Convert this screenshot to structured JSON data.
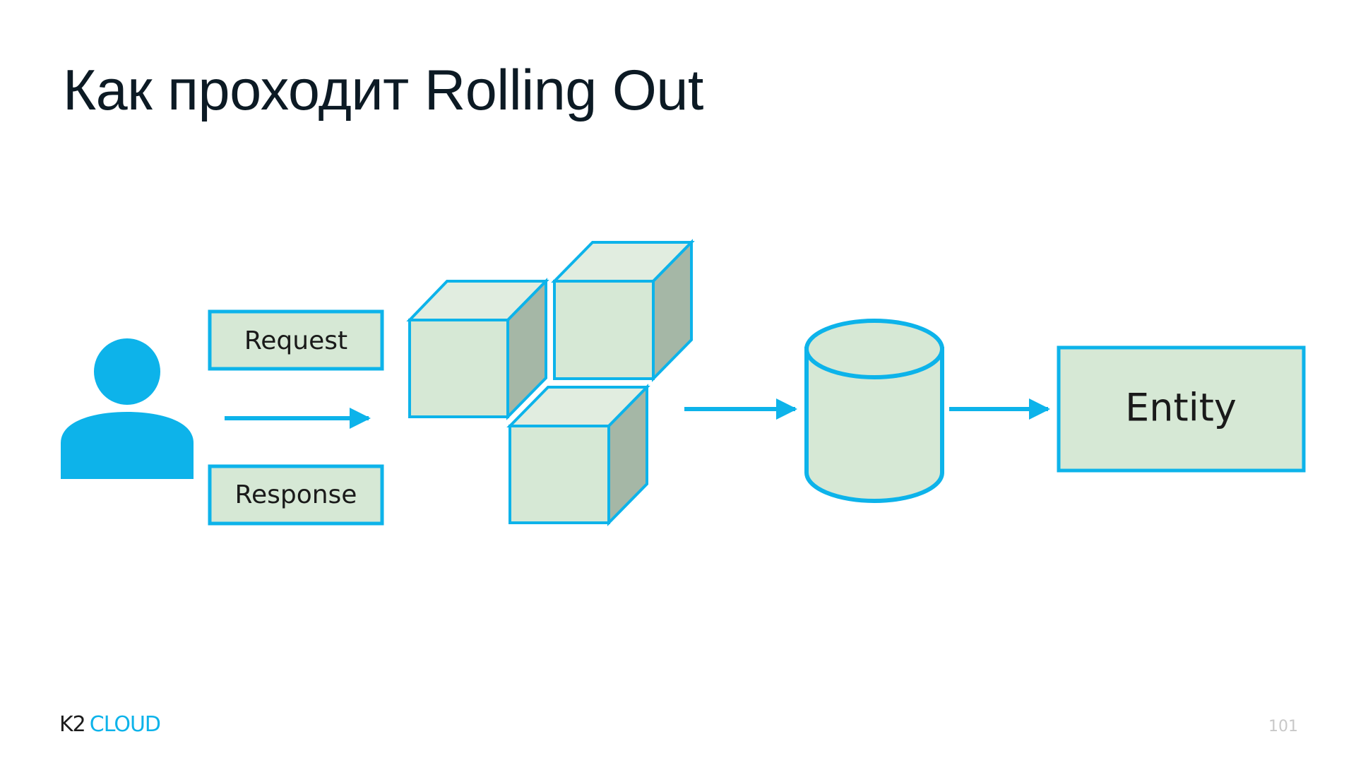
{
  "slide": {
    "title": "Как проходит Rolling Out",
    "page_number": "101"
  },
  "diagram": {
    "nodes": {
      "request": "Request",
      "response": "Response",
      "entity": "Entity"
    }
  },
  "logo": {
    "part1": "K2",
    "part2": "CLOUD"
  },
  "colors": {
    "accent": "#0db3ea",
    "fill": "#d6e8d5",
    "fill_top": "#e1ede0",
    "fill_side": "#a5b7a6",
    "title": "#0c1a24"
  },
  "icons": [
    "user-icon",
    "arrow-right-icon",
    "cube-icon",
    "database-icon"
  ]
}
